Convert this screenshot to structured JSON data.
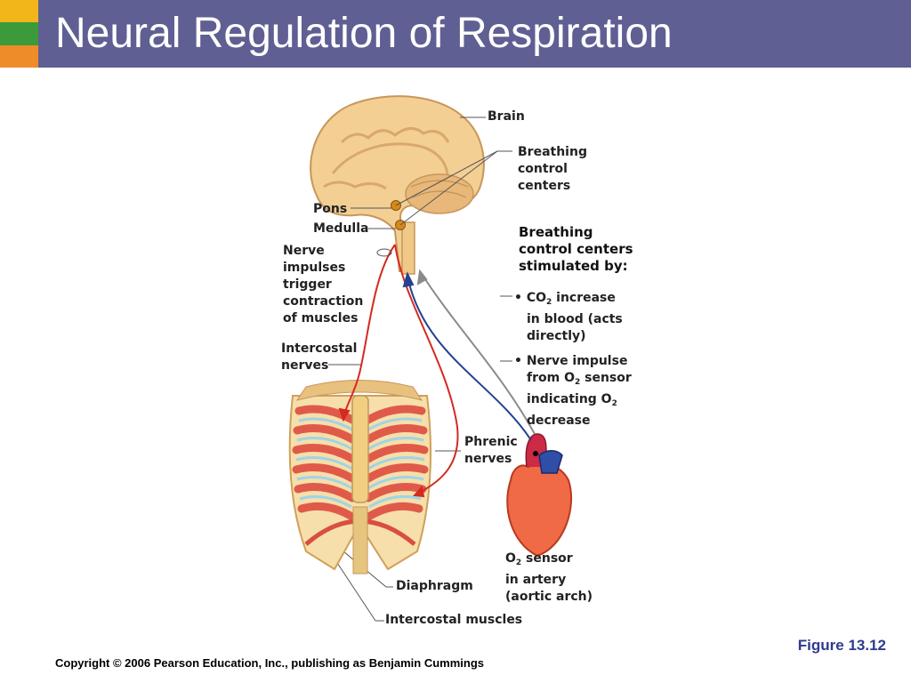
{
  "slide": {
    "title": "Neural Regulation of Respiration",
    "figure_label": "Figure 13.12",
    "copyright": "Copyright © 2006 Pearson Education, Inc., publishing as Benjamin Cummings"
  },
  "labels": {
    "brain": "Brain",
    "breathing_centers": [
      "Breathing",
      "control",
      "centers"
    ],
    "pons": "Pons",
    "medulla": "Medulla",
    "nerve_impulses": [
      "Nerve",
      "impulses",
      "trigger",
      "contraction",
      "of muscles"
    ],
    "intercostal_nerves": [
      "Intercostal",
      "nerves"
    ],
    "stimulated_heading": [
      "Breathing",
      "control centers",
      "stimulated by:"
    ],
    "co2": {
      "bullet": "• CO",
      "sub": "2",
      "rest": " increase",
      "line2": "in blood (acts",
      "line3": "directly)"
    },
    "o2_nerve": {
      "line1": "• Nerve impulse",
      "line2_pre": "from O",
      "line2_sub": "2",
      "line2_post": " sensor",
      "line3_pre": "indicating O",
      "line3_sub": "2",
      "line4": "decrease"
    },
    "phrenic_nerves": [
      "Phrenic",
      "nerves"
    ],
    "o2_sensor": {
      "pre": "O",
      "sub": "2",
      "post": " sensor",
      "line2": "in artery",
      "line3": "(aortic arch)"
    },
    "diaphragm": "Diaphragm",
    "intercostal_muscles": "Intercostal muscles"
  },
  "colors": {
    "header": "#5f5f94",
    "nerve_red": "#d42a20",
    "blue_arrow": "#25418f",
    "gray_arrow": "#8a8a8a",
    "figure_label": "#2f3a8f"
  }
}
